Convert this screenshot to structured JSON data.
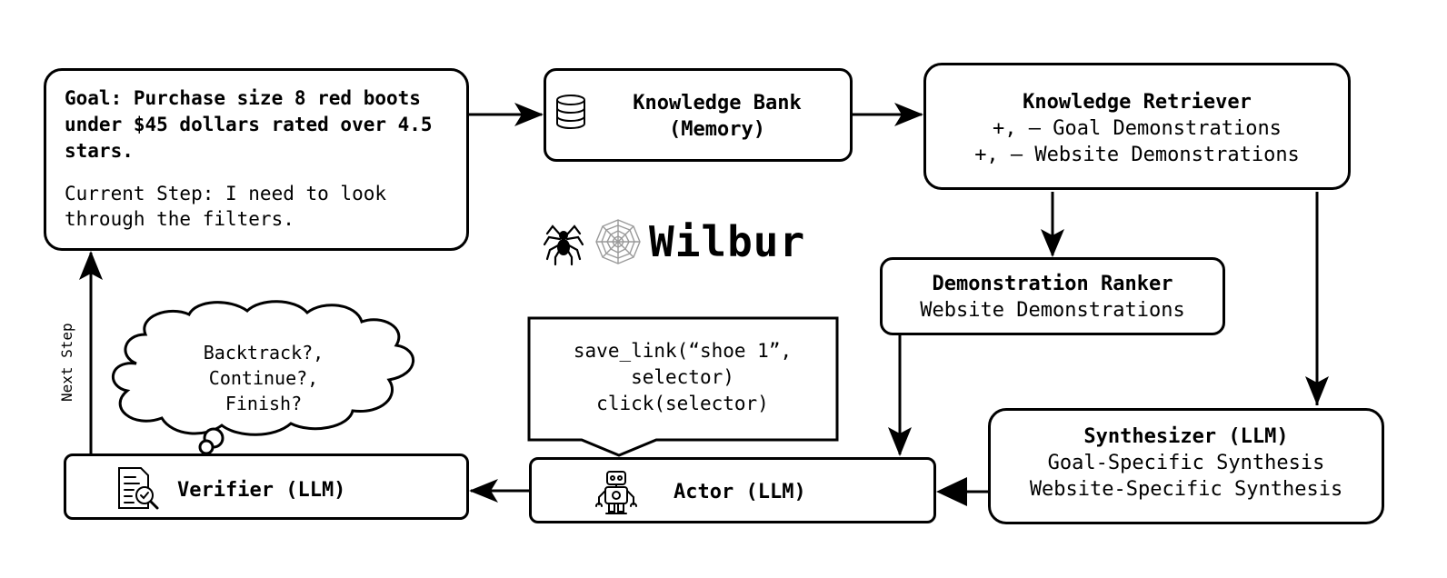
{
  "goal_box": {
    "goal": "Goal: Purchase size 8 red boots under $45 dollars rated over 4.5 stars.",
    "current_step": "Current Step: I need to look through the filters."
  },
  "knowledge_bank": {
    "title": "Knowledge Bank",
    "subtitle": "(Memory)",
    "icon": "database-icon"
  },
  "knowledge_retriever": {
    "title": "Knowledge Retriever",
    "line1": "+, – Goal Demonstrations",
    "line2": "+, – Website Demonstrations"
  },
  "demonstration_ranker": {
    "title": "Demonstration Ranker",
    "subtitle": "Website Demonstrations"
  },
  "synthesizer": {
    "title": "Synthesizer (LLM)",
    "line1": "Goal-Specific Synthesis",
    "line2": "Website-Specific Synthesis"
  },
  "actor": {
    "label": "Actor (LLM)",
    "icon": "robot-icon",
    "speech": [
      "save_link(“shoe 1”,",
      "selector)",
      "click(selector)"
    ]
  },
  "verifier": {
    "label": "Verifier (LLM)",
    "icon": "checklist-icon",
    "thought": [
      "Backtrack?,",
      "Continue?,",
      "Finish?"
    ]
  },
  "next_step_label": "Next Step",
  "brand": {
    "name": "Wilbur",
    "icons": [
      "spider-icon",
      "spiderweb-icon"
    ]
  }
}
